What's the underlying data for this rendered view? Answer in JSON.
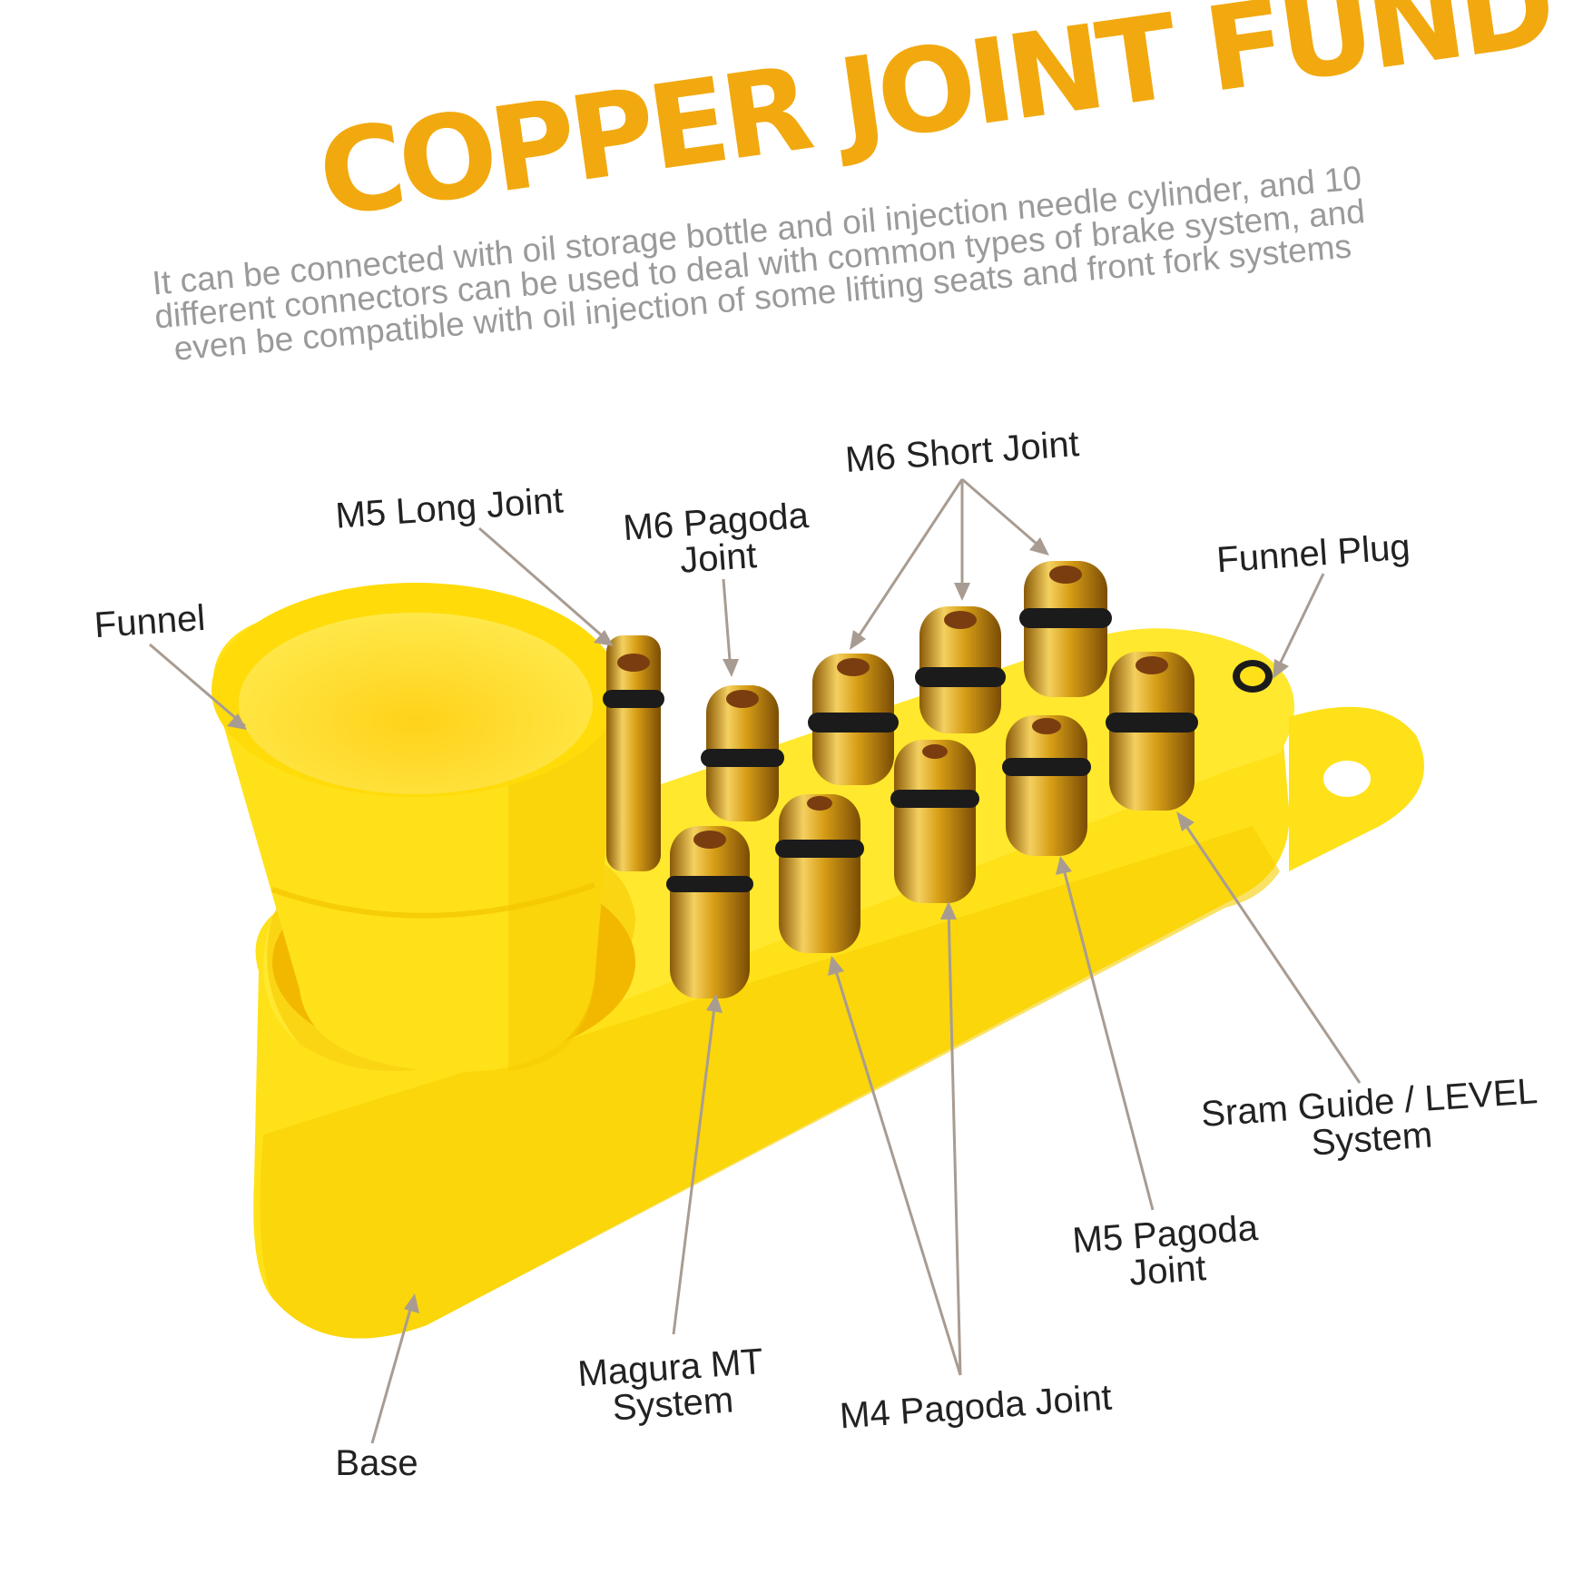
{
  "colors": {
    "title": "#f2a90f",
    "description": "#9a9a9a",
    "label": "#222222",
    "arrow": "#a89c92",
    "plastic": "#ffe11a",
    "plastic_shade": "#f6c500",
    "brass": "#d9a520"
  },
  "header": {
    "title": "COPPER JOINT FUND",
    "description_lines": [
      "It can be connected with oil storage bottle and oil injection needle cylinder, and 10",
      "different connectors can be used to deal with common types of brake system, and",
      "even be compatible with oil injection of some lifting seats and front fork systems"
    ]
  },
  "labels": {
    "funnel": "Funnel",
    "m5_long_joint": "M5 Long Joint",
    "m6_pagoda_joint": [
      "M6 Pagoda",
      "Joint"
    ],
    "m6_short_joint": "M6 Short Joint",
    "funnel_plug": "Funnel Plug",
    "sram_guide_level": [
      "Sram Guide / LEVEL",
      "System"
    ],
    "m5_pagoda_joint": [
      "M5 Pagoda",
      "Joint"
    ],
    "m4_pagoda_joint": "M4 Pagoda Joint",
    "magura_mt": [
      "Magura MT",
      "System"
    ],
    "base": "Base"
  }
}
